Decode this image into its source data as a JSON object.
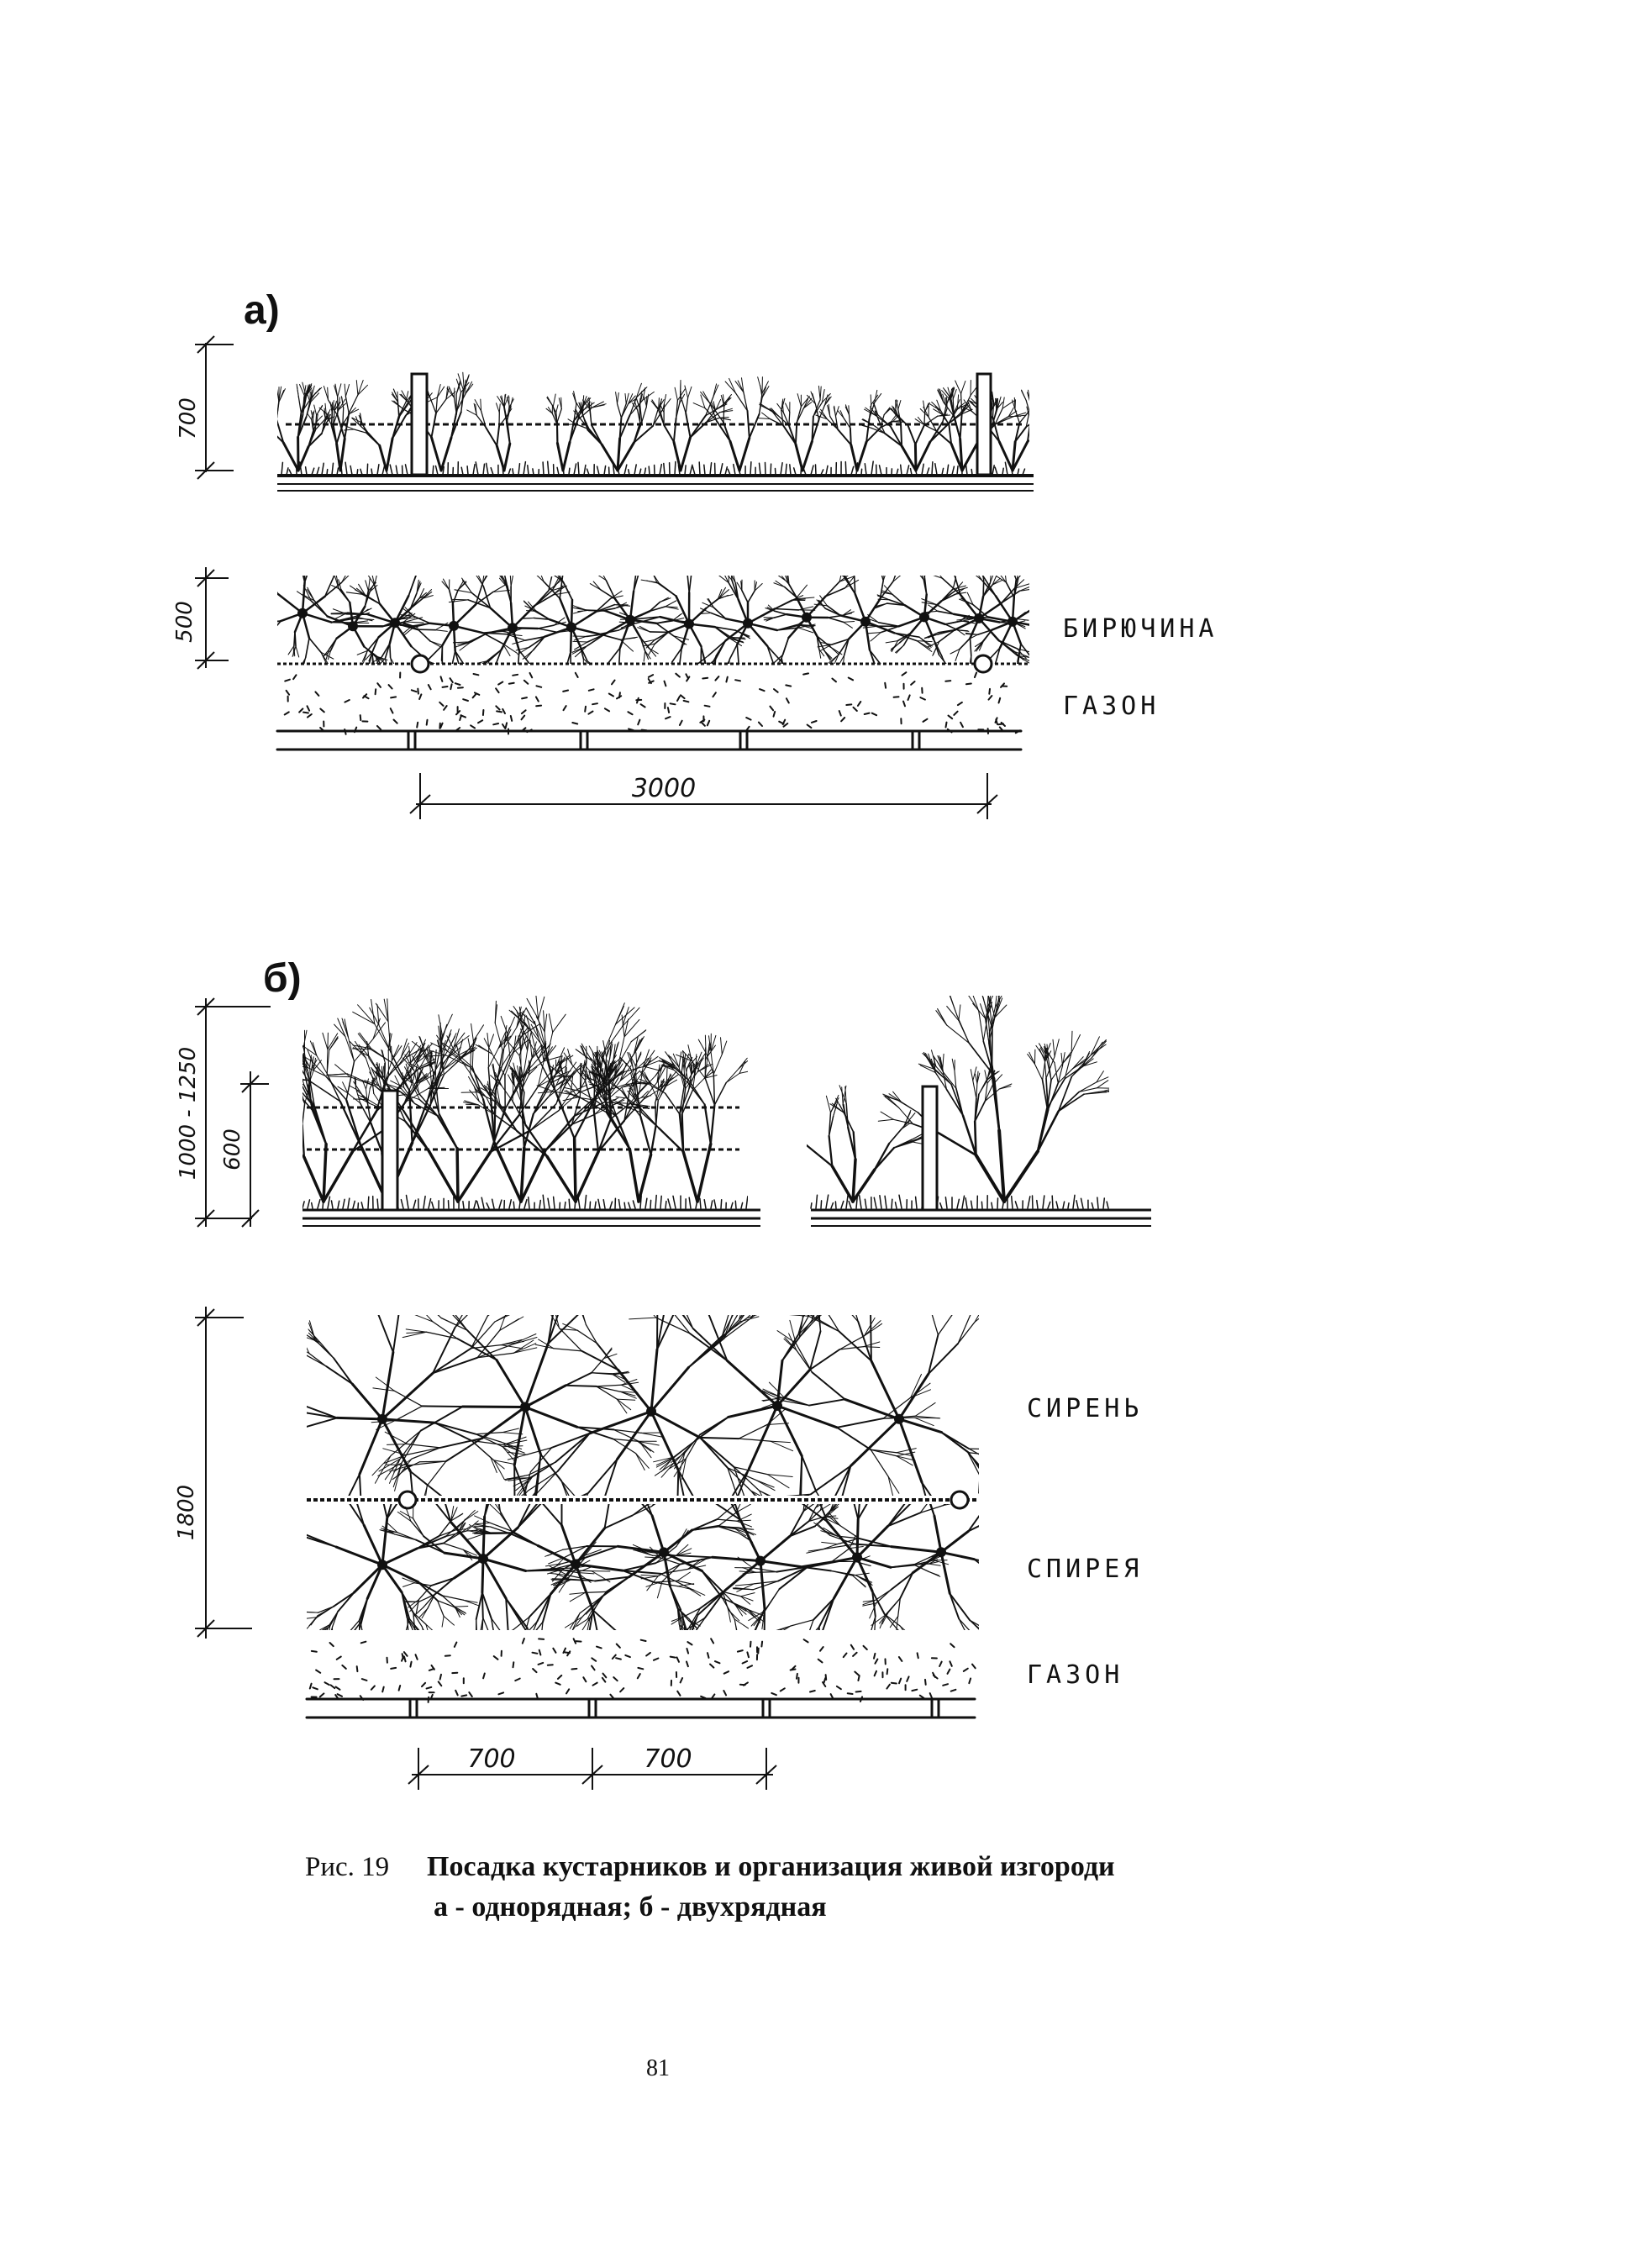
{
  "panel_a": {
    "letter": "а)",
    "dim_height_elevation": "700",
    "dim_height_plan": "500",
    "dim_span": "3000",
    "plant_label": "БИРЮЧИНА",
    "lawn_label": "ГАЗОН"
  },
  "panel_b": {
    "letter": "б)",
    "dim_height_total": "1000 - 1250",
    "dim_height_inner": "600",
    "dim_width_plan": "1800",
    "dim_spacing_1": "700",
    "dim_spacing_2": "700",
    "plant_label_back": "СИРЕНЬ",
    "plant_label_front": "СПИРЕЯ",
    "lawn_label": "ГАЗОН"
  },
  "caption": {
    "number": "Рис. 19",
    "title": "Посадка кустарников и организация живой изгороди",
    "subtitle": "а - однорядная; б - двухрядная"
  },
  "page_number": "81"
}
